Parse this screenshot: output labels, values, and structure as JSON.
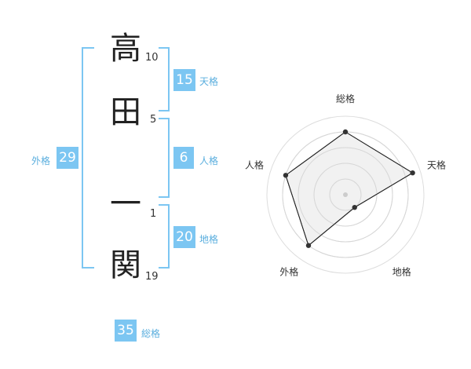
{
  "name": {
    "chars": [
      {
        "char": "高",
        "strokes": "10"
      },
      {
        "char": "田",
        "strokes": "5"
      },
      {
        "char": "一",
        "strokes": "1"
      },
      {
        "char": "関",
        "strokes": "19"
      }
    ]
  },
  "kakusu": {
    "tenkaku": {
      "value": "15",
      "label": "天格"
    },
    "jinkaku": {
      "value": "6",
      "label": "人格"
    },
    "chikaku": {
      "value": "20",
      "label": "地格"
    },
    "gaikaku": {
      "value": "29",
      "label": "外格"
    },
    "soukaku": {
      "value": "35",
      "label": "総格"
    }
  },
  "colors": {
    "accent": "#7cc6f2",
    "label": "#5aaede",
    "radar_fill": "#efefef",
    "ring": "#dddddd"
  },
  "chart_data": {
    "type": "radar",
    "axes": [
      "総格",
      "天格",
      "地格",
      "外格",
      "人格"
    ],
    "values": [
      0.8,
      0.9,
      0.2,
      0.8,
      0.8
    ],
    "max": 1.0,
    "rings": 4
  }
}
